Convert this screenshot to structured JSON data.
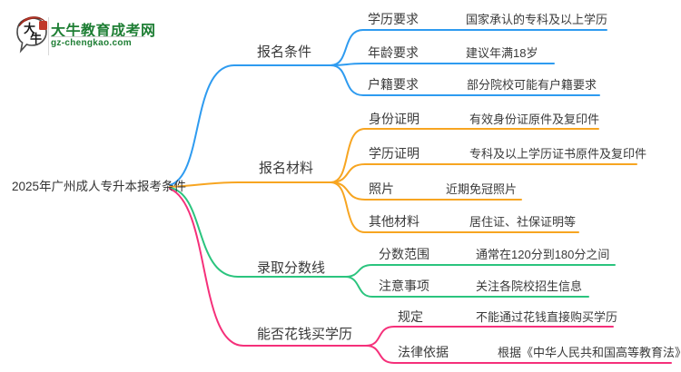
{
  "logo": {
    "title": "大牛教育成考网",
    "subtitle": "gz-chengkao.com",
    "icon_char_1": "大",
    "icon_char_2": "牛",
    "brand_green": "#1e7e34",
    "seal_red": "#c0392b"
  },
  "root": {
    "label": "2025年广州成人专升本报考条件"
  },
  "branches": [
    {
      "label": "报名条件",
      "color": "#2e9bf0",
      "children": [
        {
          "label": "学历要求",
          "value": "国家承认的专科及以上学历"
        },
        {
          "label": "年龄要求",
          "value": "建议年满18岁"
        },
        {
          "label": "户籍要求",
          "value": "部分院校可能有户籍要求"
        }
      ]
    },
    {
      "label": "报名材料",
      "color": "#f7a521",
      "children": [
        {
          "label": "身份证明",
          "value": "有效身份证原件及复印件"
        },
        {
          "label": "学历证明",
          "value": "专科及以上学历证书原件及复印件"
        },
        {
          "label": "照片",
          "value": "近期免冠照片"
        },
        {
          "label": "其他材料",
          "value": "居住证、社保证明等"
        }
      ]
    },
    {
      "label": "录取分数线",
      "color": "#2bc47e",
      "children": [
        {
          "label": "分数范围",
          "value": "通常在120分到180分之间"
        },
        {
          "label": "注意事项",
          "value": "关注各院校招生信息"
        }
      ]
    },
    {
      "label": "能否花钱买学历",
      "color": "#f5307a",
      "children": [
        {
          "label": "规定",
          "value": "不能通过花钱直接购买学历"
        },
        {
          "label": "法律依据",
          "value": "根据《中华人民共和国高等教育法》"
        }
      ]
    }
  ]
}
